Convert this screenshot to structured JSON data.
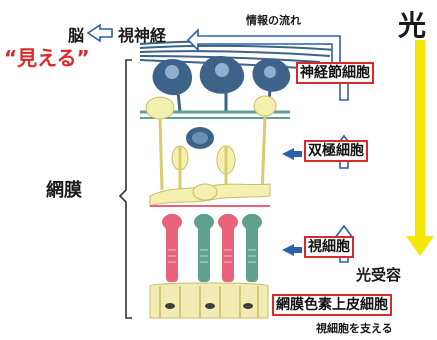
{
  "top": {
    "brain": "脳",
    "optic_nerve": "視神経",
    "flow": "情報の流れ",
    "light": "光",
    "seeing": "“見える”"
  },
  "retina_label": "網膜",
  "layers": {
    "ganglion": "神経節細胞",
    "bipolar": "双極細胞",
    "photoreceptor": "視細胞",
    "rpe": "網膜色素上皮細胞"
  },
  "photoreception": "光受容",
  "rpe_caption": "視細胞を支える",
  "colors": {
    "nerve_blue": "#3d6488",
    "cell_yellow": "#f5efb0",
    "cell_red": "#e8627a",
    "cell_teal": "#5fa08e",
    "rpe_yellow": "#f3ebb4",
    "light_arrow": "#f3e600",
    "label_red": "#d82a2a",
    "arrow_blue": "#2f5fa8"
  }
}
